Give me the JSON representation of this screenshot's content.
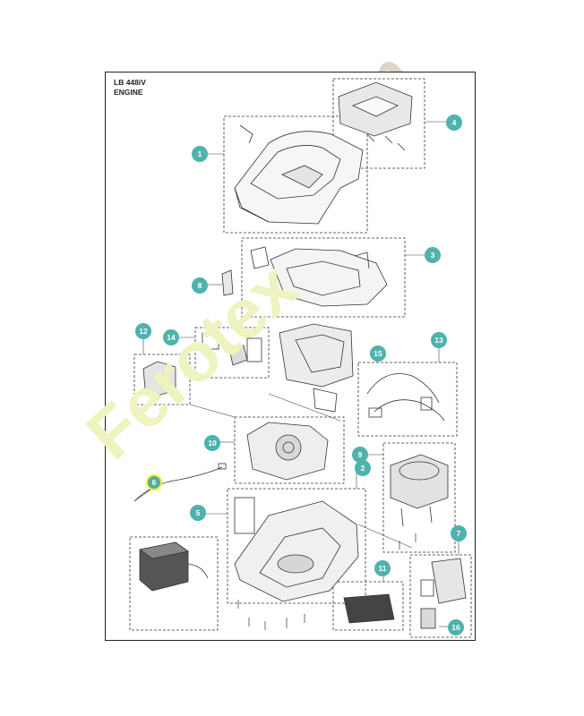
{
  "header": {
    "model": "LB 448iV",
    "section": "ENGINE"
  },
  "watermark": {
    "main": "Ferotex",
    "suffix": ".com",
    "colors": {
      "main": "#eef3bf",
      "suffix": "#dcd5c8"
    }
  },
  "callouts": {
    "c1": "1",
    "c2": "2",
    "c3": "3",
    "c4": "4",
    "c5": "5",
    "c6": "6",
    "c7": "7",
    "c8": "8",
    "c9": "9",
    "c10": "10",
    "c11": "11",
    "c12": "12",
    "c13": "13",
    "c14": "14",
    "c15": "15",
    "c16": "16"
  },
  "colors": {
    "callout": "#4fb2ac",
    "callout_highlight_ring": "#ecf229",
    "line": "#333333"
  }
}
